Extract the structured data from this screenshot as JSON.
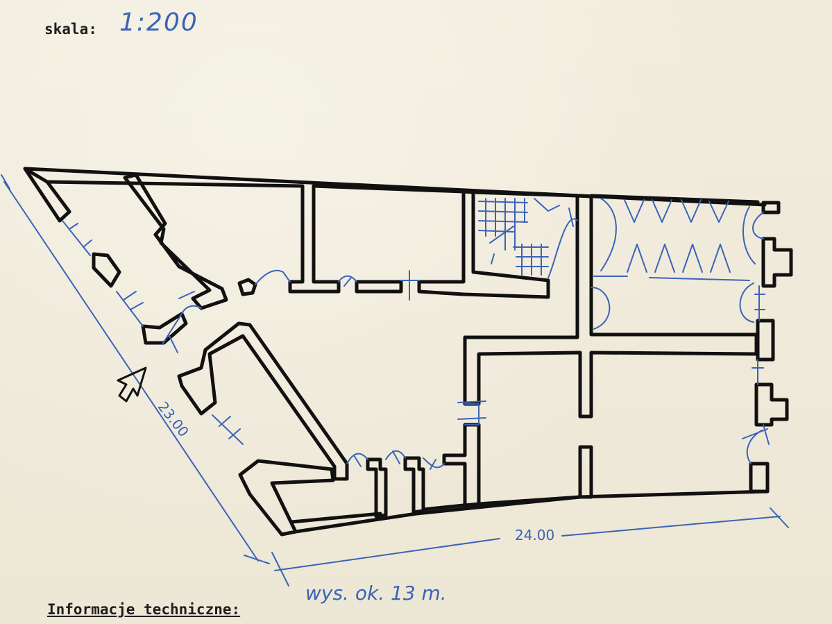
{
  "header": {
    "scale_label": "skala:",
    "scale_value": "1:200"
  },
  "plan": {
    "dimension_left": "23.00",
    "dimension_bottom": "24.00",
    "height_note": "wys. ok. 13 m."
  },
  "footer": {
    "info_heading": "Informacje techniczne:"
  },
  "colors": {
    "ink": "#111111",
    "pen_blue": "#3a63b8",
    "paper": "#efeadb"
  }
}
